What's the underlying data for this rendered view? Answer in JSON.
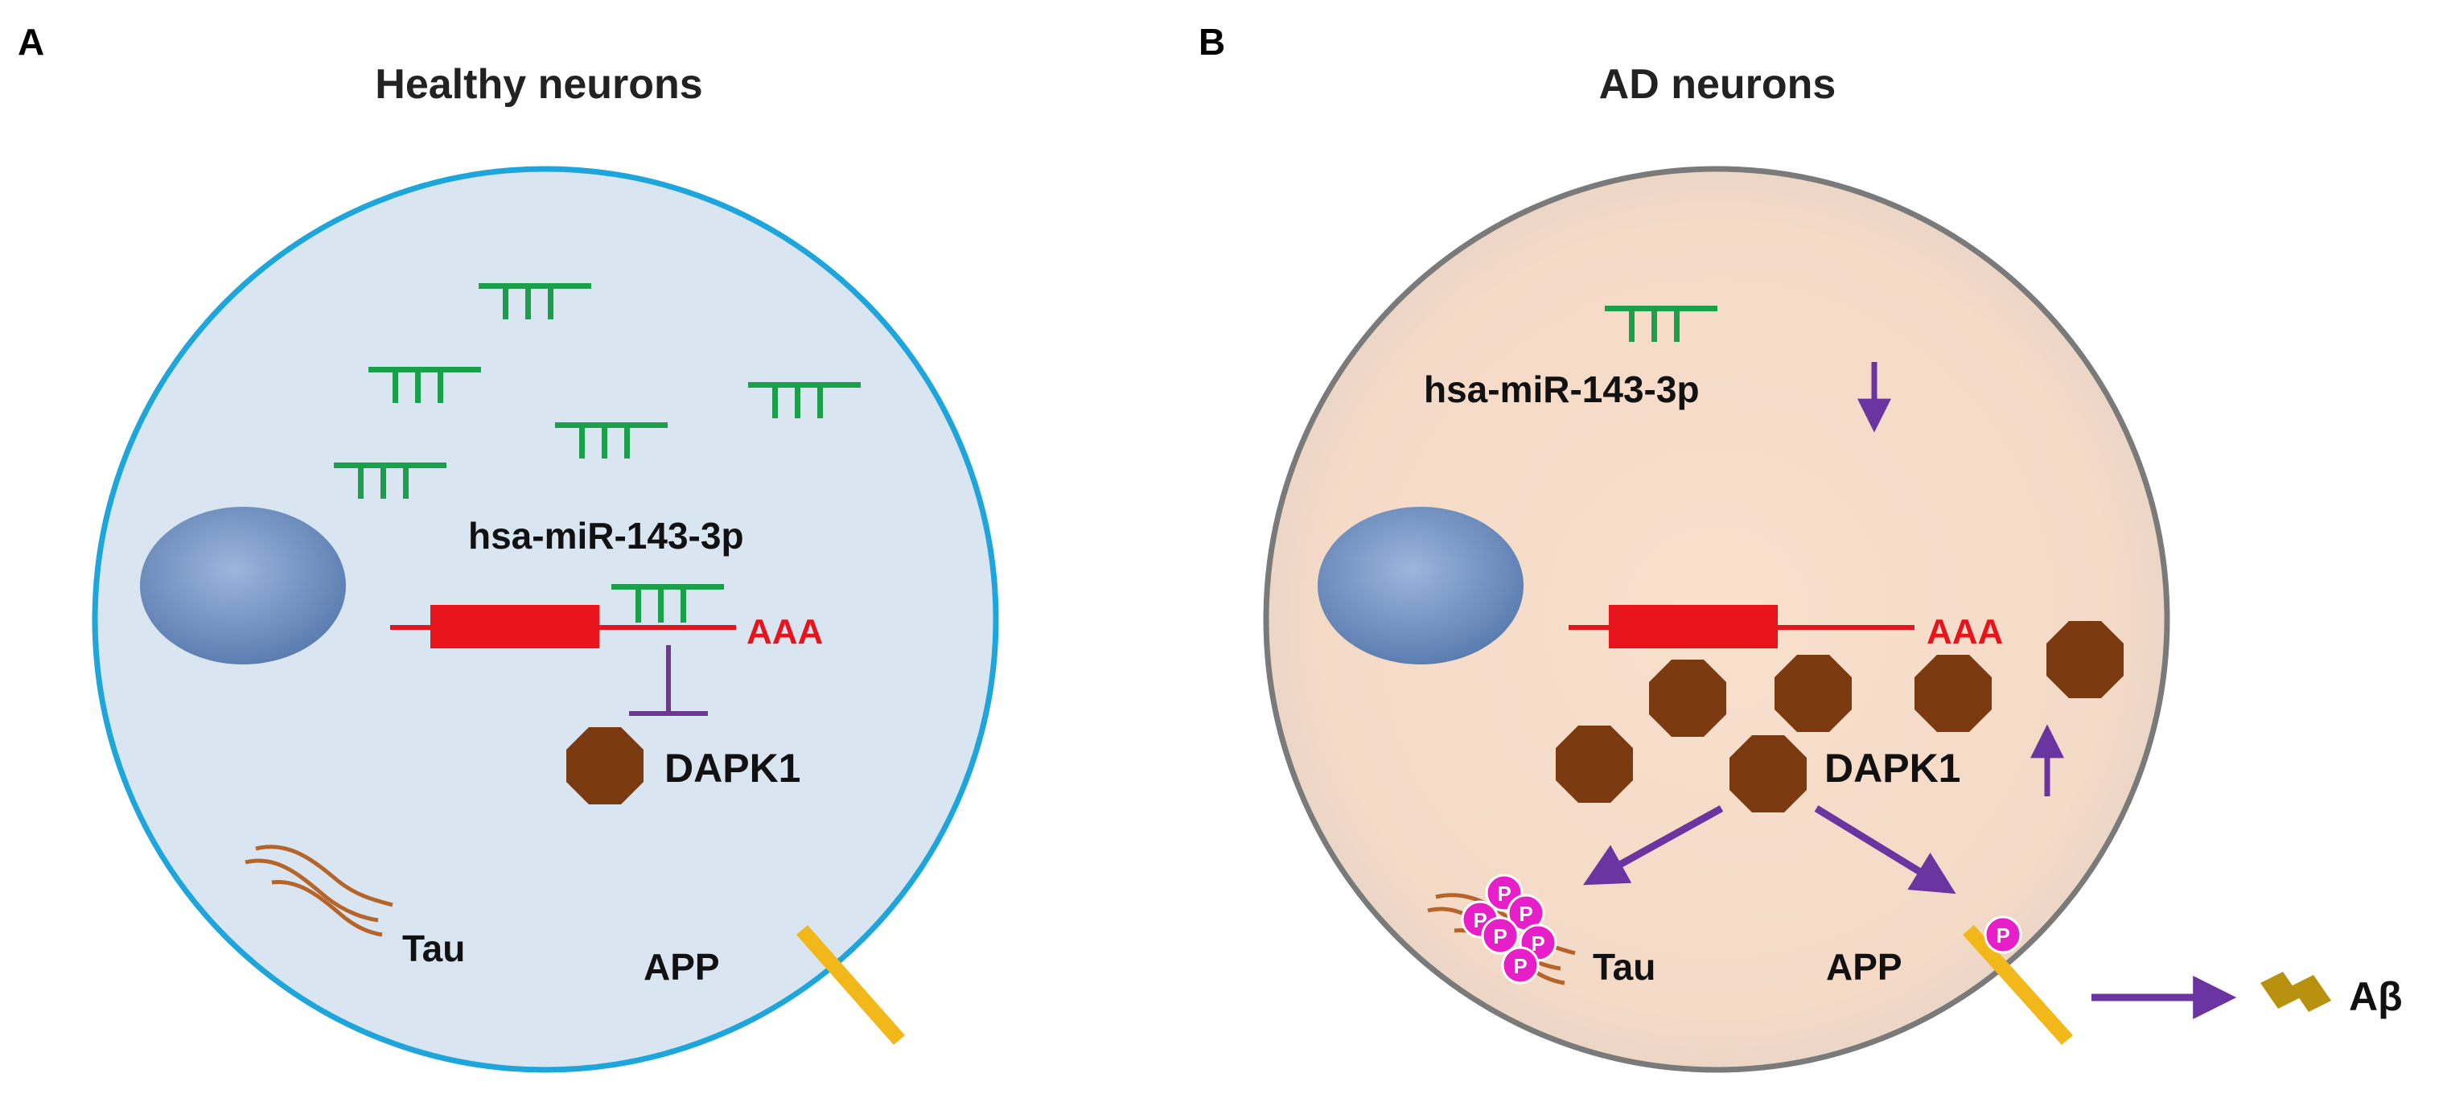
{
  "panel_a": {
    "letter": "A",
    "title": "Healthy neurons",
    "mirna_label": "hsa-miR-143-3p",
    "polya_label": "AAA",
    "dapk1_label": "DAPK1",
    "tau_label": "Tau",
    "app_label": "APP"
  },
  "panel_b": {
    "letter": "B",
    "title": "AD neurons",
    "mirna_label": "hsa-miR-143-3p",
    "polya_label": "AAA",
    "dapk1_label": "DAPK1",
    "tau_label": "Tau",
    "app_label": "APP",
    "phospho_label": "P",
    "abeta_label": "Aβ"
  },
  "colors": {
    "healthy_cell_fill": "#d9e6f2",
    "healthy_cell_border": "#1ea6dc",
    "ad_cell_fill": "#f6dcc8",
    "ad_cell_border": "#7a7a7a",
    "nucleus": "#6f93c8",
    "mirna": "#1aa04a",
    "mrna": "#e8141c",
    "dapk1": "#7b3a10",
    "inhibition": "#6a3b8c",
    "arrow": "#6a35a0",
    "tau": "#b5652a",
    "app": "#f2b81a",
    "phospho": "#e61fc8",
    "abeta": "#b8920e"
  },
  "icons": [
    "mirna-icon",
    "mrna-icon",
    "dapk1-icon",
    "tau-icon",
    "app-icon",
    "phospho-icon",
    "abeta-icon",
    "nucleus-icon"
  ]
}
